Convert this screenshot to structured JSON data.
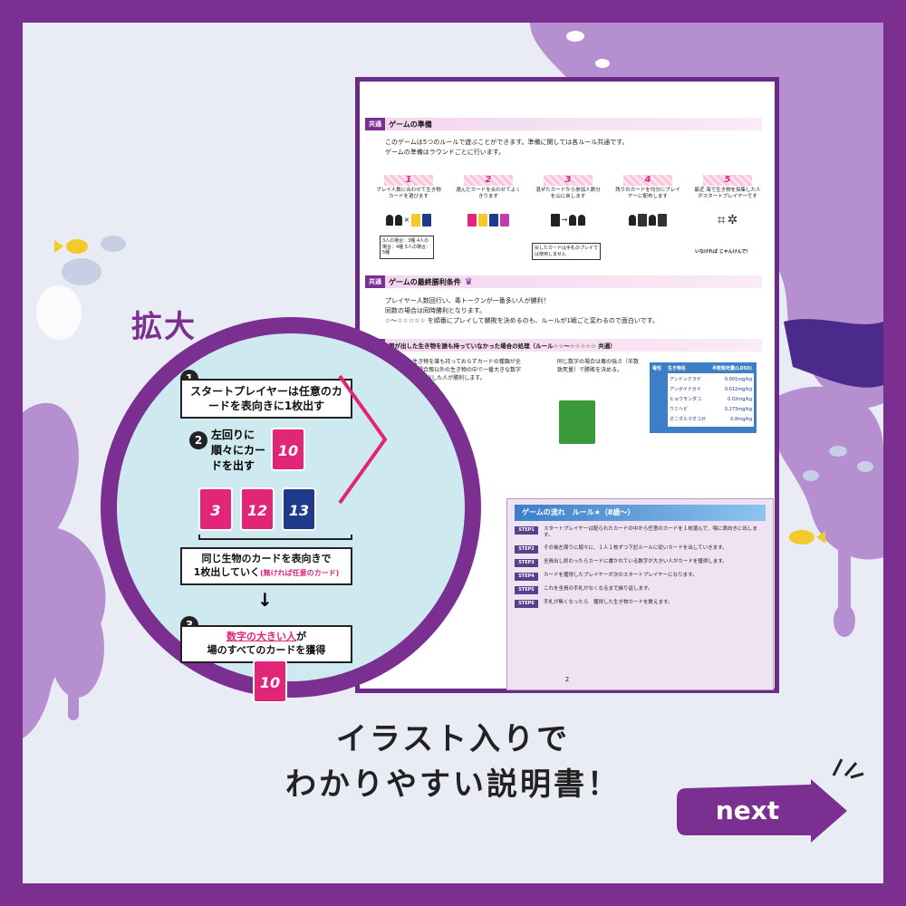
{
  "manual": {
    "prep_section": {
      "tag": "共通",
      "title": "ゲームの準備",
      "line1": "このゲームは5つのルールで遊ぶことができます。準備に関しては各ルール共通です。",
      "line2": "ゲームの準備はラウンドごとに行います。",
      "steps": [
        {
          "num": "1",
          "text": "プレイ人数に合わせて生き物カードを選びます"
        },
        {
          "num": "2",
          "text": "選んだカードを合わせてよくきります"
        },
        {
          "num": "3",
          "text": "混ぜたカードから参加人数分を山に戻します"
        },
        {
          "num": "4",
          "text": "残りのカードを均分にプレイヤーに配布します"
        },
        {
          "num": "5",
          "text": "最近 海で生き物を採集した人がスタートプレイヤーです"
        }
      ],
      "count_note": "3人の場合：3種 4人の場合：4種 5人の場合：5種",
      "back_note": "戻したカードは手札のプレイでは使用しません",
      "janken_note": "いなければ じゃんけんで！"
    },
    "win_section": {
      "tag": "共通",
      "title": "ゲームの最終勝利条件",
      "line1": "プレイヤー人数回行い、毒トークンが一番多い人が勝利！",
      "line2": "同数の場合は同時勝利となります。",
      "line3": "☆～☆☆☆☆☆ を順番にプレイして勝敗を決めるのも、ルールが1戦ごと変わるので面白いです。"
    },
    "nobody_section": {
      "tag": "※",
      "title": "親が出した生き物を誰も持っていなかった場合の処理（ルール☆☆～☆☆☆☆☆ 共通）",
      "left_text": "親が出した生き物を誰も持っておらずカードの種類が全員バラバラの場合親以外の生き物の中で一番大きな数字を出した人が勝利します。",
      "right_text": "同じ数字の場合は毒の強さ（半数致死量）で勝敗を決める。"
    },
    "toxicity_table": {
      "header": [
        "毒性",
        "生き物名",
        "半数致死量(LD50)"
      ],
      "rows": [
        [
          "アンドンクラゲ",
          "0.001mg/kg"
        ],
        [
          "アンボイナガイ",
          "0.012mg/kg"
        ],
        [
          "ヒョウモンダコ",
          "0.02mg/kg"
        ],
        [
          "ウミヘビ",
          "0.273mg/kg"
        ],
        [
          "オニダルマオコゼ",
          "0.8mg/kg"
        ]
      ]
    },
    "flow": {
      "title": "ゲームの流れ　ルール★（8歳～）",
      "steps": [
        {
          "tag": "STEP1",
          "text": "スタートプレイヤーは配られたカードの中から任意のカードを１枚選んで、場に表向きに出します。"
        },
        {
          "tag": "STEP2",
          "text": "その後左周りに順々に、１人１枚ずつ下記ルールに従いカードを出していきます。"
        },
        {
          "tag": "STEP3",
          "text": "全員出し終わったらカードに書かれている数字が大きい人がカードを獲得します。"
        },
        {
          "tag": "STEP4",
          "text": "カードを獲得したプレイヤーが次のスタートプレイヤーになります。"
        },
        {
          "tag": "STEP5",
          "text": "これを全員の手札がなくなるまで繰り返します。"
        },
        {
          "tag": "STEP6",
          "text": "手札が無くなったら　獲得した生き物カードを数えます。"
        }
      ]
    },
    "page_number": "2"
  },
  "zoom": {
    "label": "拡大",
    "step1_num": "1",
    "step1_text": "スタートプレイヤーは任意のカードを表向きに1枚出す",
    "step2_num": "2",
    "step2_text": "左回りに順々にカードを出す",
    "card_top": "10",
    "cards_row": [
      "3",
      "12",
      "13"
    ],
    "same_line1": "同じ生物のカードを表向きで",
    "same_line2": "1枚出していく",
    "same_note": "(無ければ任意のカード)",
    "arrow": "↓",
    "step3_num": "3",
    "step3_highlight": "数字の大きい人",
    "step3_suffix": "が",
    "step3_line2": "場のすべてのカードを獲得",
    "bottom_card": "10"
  },
  "caption": {
    "line1": "イラスト入りで",
    "line2": "わかりやすい説明書！"
  },
  "next_button": {
    "label": "next"
  },
  "colors": {
    "frame": "#7a2f91",
    "splash": "#b68fd0",
    "accent_pink": "#e1267a",
    "card_navy": "#1e3a8a"
  }
}
